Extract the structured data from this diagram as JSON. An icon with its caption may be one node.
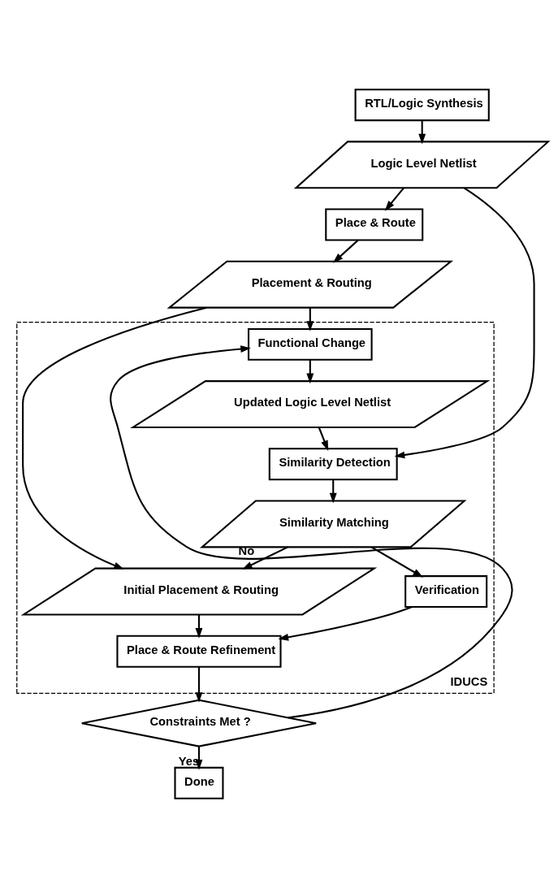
{
  "diagram": {
    "nodes": [
      {
        "text": [
          "RTL/Logic Synthesis"
        ]
      },
      {
        "text": [
          "Logic Level Netlist"
        ]
      },
      {
        "text": [
          "Place & Route"
        ]
      },
      {
        "text": [
          "Placement & Routing"
        ]
      },
      {
        "text": [
          "IDUCS"
        ]
      },
      {
        "text": [
          "Functional Change"
        ],
        "in": 4
      },
      {
        "text": [
          "Updated Logic Level Netlist"
        ],
        "in": 4
      },
      {
        "text": [
          "Similarity Detection"
        ],
        "in": 4
      },
      {
        "text": [
          "Similarity Matching"
        ],
        "in": 4
      },
      {
        "text": [
          "Initial Placement & Routing"
        ],
        "in": 4
      },
      {
        "text": [
          "Place & Route Refinement"
        ],
        "in": 4
      },
      {
        "text": [
          "Verification"
        ],
        "in": 4
      },
      {
        "text": [
          "Constraints Met ?"
        ]
      },
      {
        "text": [
          "Done"
        ]
      }
    ],
    "edges": [
      {
        "from": 0,
        "to": 1,
        "arrow": "to"
      },
      {
        "from": 1,
        "to": 2,
        "arrow": "to"
      },
      {
        "from": 2,
        "to": 3,
        "arrow": "to"
      },
      {
        "from": 3,
        "to": 5,
        "arrow": "to"
      },
      {
        "from": 5,
        "to": 6,
        "arrow": "to"
      },
      {
        "from": 6,
        "to": 7,
        "arrow": "to"
      },
      {
        "from": 7,
        "to": 8,
        "arrow": "to"
      },
      {
        "from": 8,
        "to": 9,
        "arrow": "to"
      },
      {
        "from": 9,
        "to": 10,
        "arrow": "to"
      },
      {
        "from": 8,
        "to": 11,
        "arrow": "to"
      },
      {
        "from": 11,
        "to": 10,
        "arrow": "to"
      },
      {
        "from": 10,
        "to": 12,
        "arrow": "to"
      },
      {
        "from": 12,
        "to": 13,
        "label": "Yes",
        "arrow": "to"
      },
      {
        "from": 12,
        "to": 5,
        "label": "No",
        "arrow": "to"
      },
      {
        "from": 1,
        "to": 7,
        "arrow": "to"
      },
      {
        "from": 3,
        "to": 9,
        "arrow": "to"
      }
    ]
  }
}
